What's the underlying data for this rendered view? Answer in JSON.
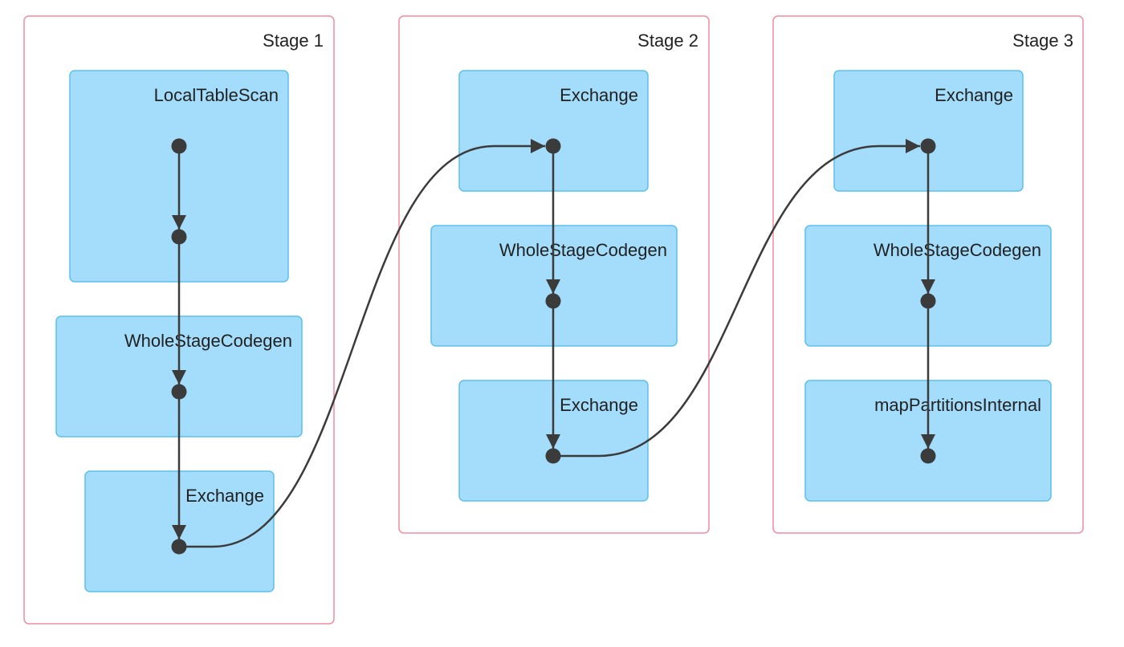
{
  "stages": [
    {
      "id": "stage-1",
      "label": "Stage 1",
      "operators": [
        {
          "id": "s1-localtablescan",
          "label": "LocalTableScan"
        },
        {
          "id": "s1-wholestagecodegen",
          "label": "WholeStageCodegen"
        },
        {
          "id": "s1-exchange",
          "label": "Exchange"
        }
      ]
    },
    {
      "id": "stage-2",
      "label": "Stage 2",
      "operators": [
        {
          "id": "s2-exchange-in",
          "label": "Exchange"
        },
        {
          "id": "s2-wholestagecodegen",
          "label": "WholeStageCodegen"
        },
        {
          "id": "s2-exchange-out",
          "label": "Exchange"
        }
      ]
    },
    {
      "id": "stage-3",
      "label": "Stage 3",
      "operators": [
        {
          "id": "s3-exchange",
          "label": "Exchange"
        },
        {
          "id": "s3-wholestagecodegen",
          "label": "WholeStageCodegen"
        },
        {
          "id": "s3-mappartitionsinternal",
          "label": "mapPartitionsInternal"
        }
      ]
    }
  ],
  "edges": [
    {
      "from": "s1-n1",
      "to": "s1-n2"
    },
    {
      "from": "s1-n2",
      "to": "s1-n3"
    },
    {
      "from": "s1-n3",
      "to": "s1-n4"
    },
    {
      "from": "s1-n4",
      "to": "s2-n1"
    },
    {
      "from": "s2-n1",
      "to": "s2-n2"
    },
    {
      "from": "s2-n2",
      "to": "s2-n3"
    },
    {
      "from": "s2-n3",
      "to": "s3-n1"
    },
    {
      "from": "s3-n1",
      "to": "s3-n2"
    },
    {
      "from": "s3-n2",
      "to": "s3-n3"
    }
  ],
  "colors": {
    "stage_border": "#f28b9e",
    "operator_fill": "#a3ddfb",
    "operator_border": "#5bc0ef",
    "edge": "#3b3b3b"
  }
}
